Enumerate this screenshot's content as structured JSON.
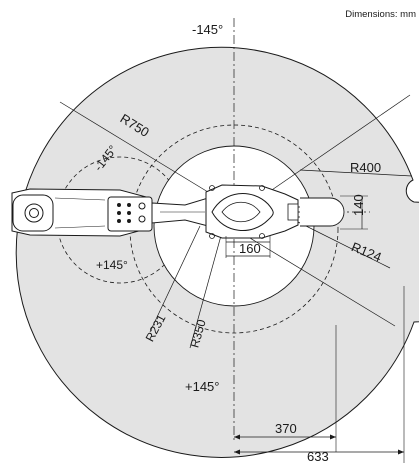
{
  "note": "Dimensions: mm",
  "angles": {
    "top": "-145°",
    "upper_left": "-145°",
    "inner_left": "+145°",
    "bottom": "+145°"
  },
  "radii": {
    "outer": "R750",
    "right": "R400",
    "base": "R124",
    "inner": "R231",
    "middle": "R350"
  },
  "dims": {
    "base_width": "160",
    "base_height": "140",
    "reach_1": "370",
    "reach_2": "633"
  },
  "colors": {
    "work_area": "#e3e3e3",
    "line": "#1a1a1a",
    "robot_fill": "#d6d6d6"
  }
}
